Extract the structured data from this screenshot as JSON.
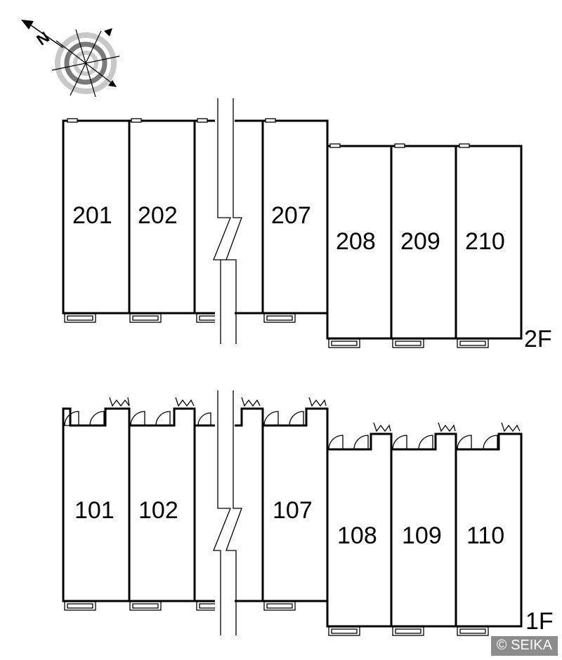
{
  "compass": {
    "north_label": "N",
    "icon": "compass-rose-icon"
  },
  "floors": [
    {
      "label": "2F",
      "units": [
        "201",
        "202",
        "207",
        "208",
        "209",
        "210"
      ]
    },
    {
      "label": "1F",
      "units": [
        "101",
        "102",
        "107",
        "108",
        "109",
        "110"
      ]
    }
  ],
  "copyright": "© SEIKA"
}
